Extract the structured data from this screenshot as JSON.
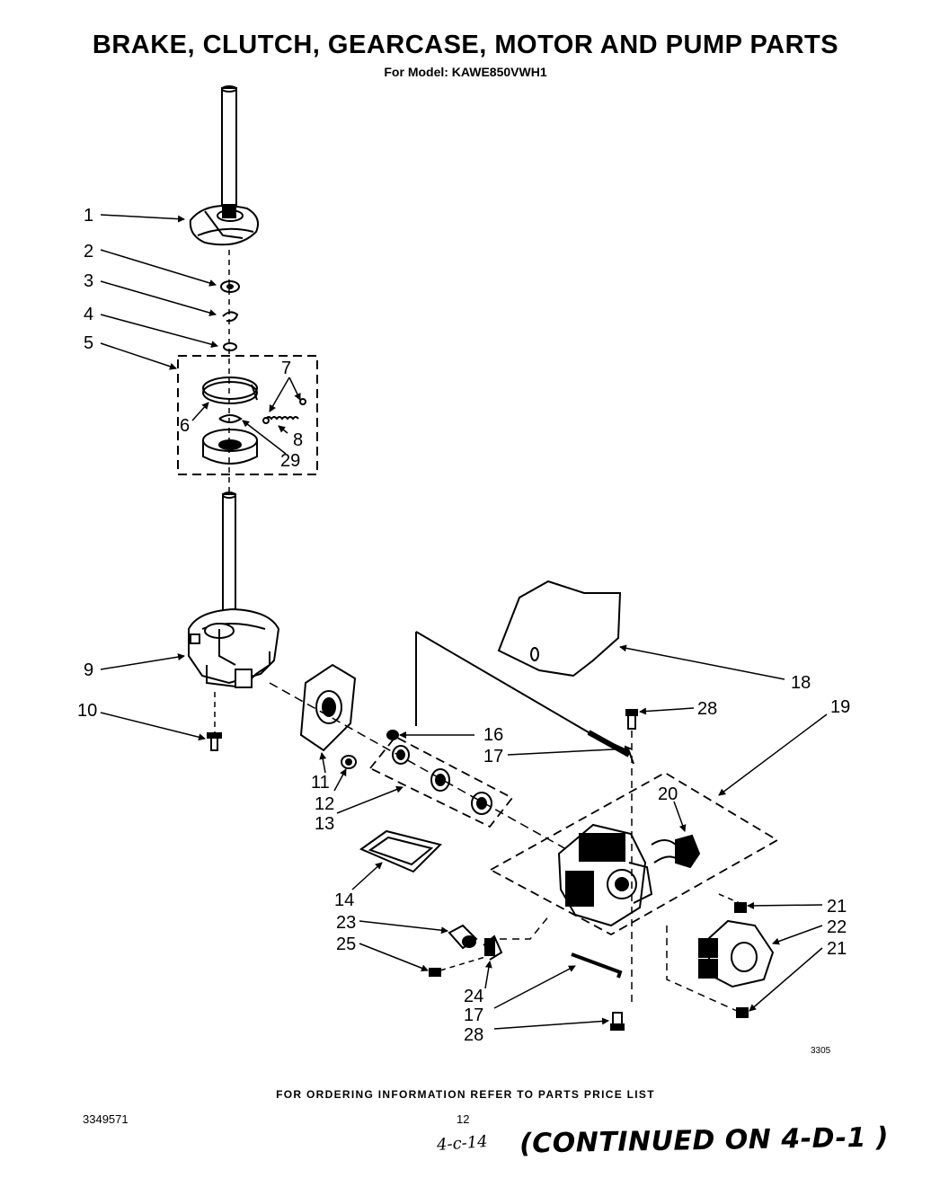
{
  "header": {
    "title": "BRAKE, CLUTCH, GEARCASE, MOTOR AND PUMP PARTS",
    "model": "For Model: KAWE850VWH1"
  },
  "callouts": {
    "c1": "1",
    "c2": "2",
    "c3": "3",
    "c4": "4",
    "c5": "5",
    "c6": "6",
    "c7": "7",
    "c8": "8",
    "c29": "29",
    "c9": "9",
    "c10": "10",
    "c11": "11",
    "c12": "12",
    "c13": "13",
    "c16": "16",
    "c17a": "17",
    "c18": "18",
    "c28a": "28",
    "c19": "19",
    "c20": "20",
    "c14": "14",
    "c23": "23",
    "c25": "25",
    "c21a": "21",
    "c22": "22",
    "c21b": "21",
    "c24": "24",
    "c17b": "17",
    "c28b": "28"
  },
  "footer": {
    "ordering_note": "FOR ORDERING INFORMATION REFER TO PARTS PRICE LIST",
    "doc_number": "3349571",
    "page_number": "12",
    "figure_id": "3305",
    "handwritten": "4-c-14",
    "continued": "(CONTINUED ON 4-D-1 )"
  }
}
